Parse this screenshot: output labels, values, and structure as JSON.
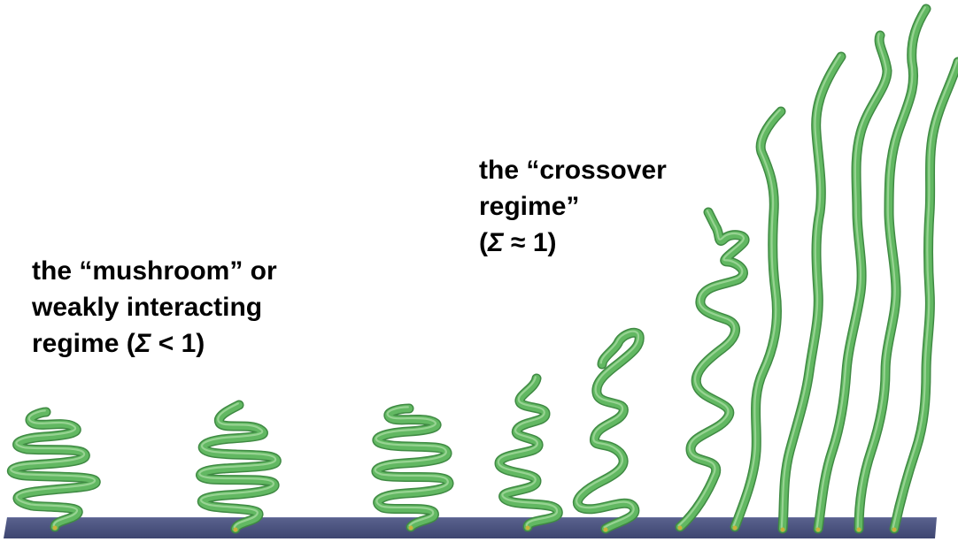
{
  "labels": {
    "mushroom": {
      "line1": "the “mushroom” or",
      "line2": "weakly interacting",
      "line3_prefix": "regime (",
      "symbol": "Σ",
      "line3_suffix": " < 1)"
    },
    "crossover": {
      "line1": "the “crossover",
      "line2": "regime”",
      "line3_prefix": "(",
      "symbol": "Σ",
      "line3_suffix": " ≈ 1)"
    }
  },
  "colors": {
    "polymer": "#62b862",
    "polymer_edge": "#3f8a43",
    "polymer_highlight": "#a9dca3",
    "surface_top": "#4e5684",
    "surface_front": "#3d4570",
    "anchor": "#c9b23a"
  }
}
